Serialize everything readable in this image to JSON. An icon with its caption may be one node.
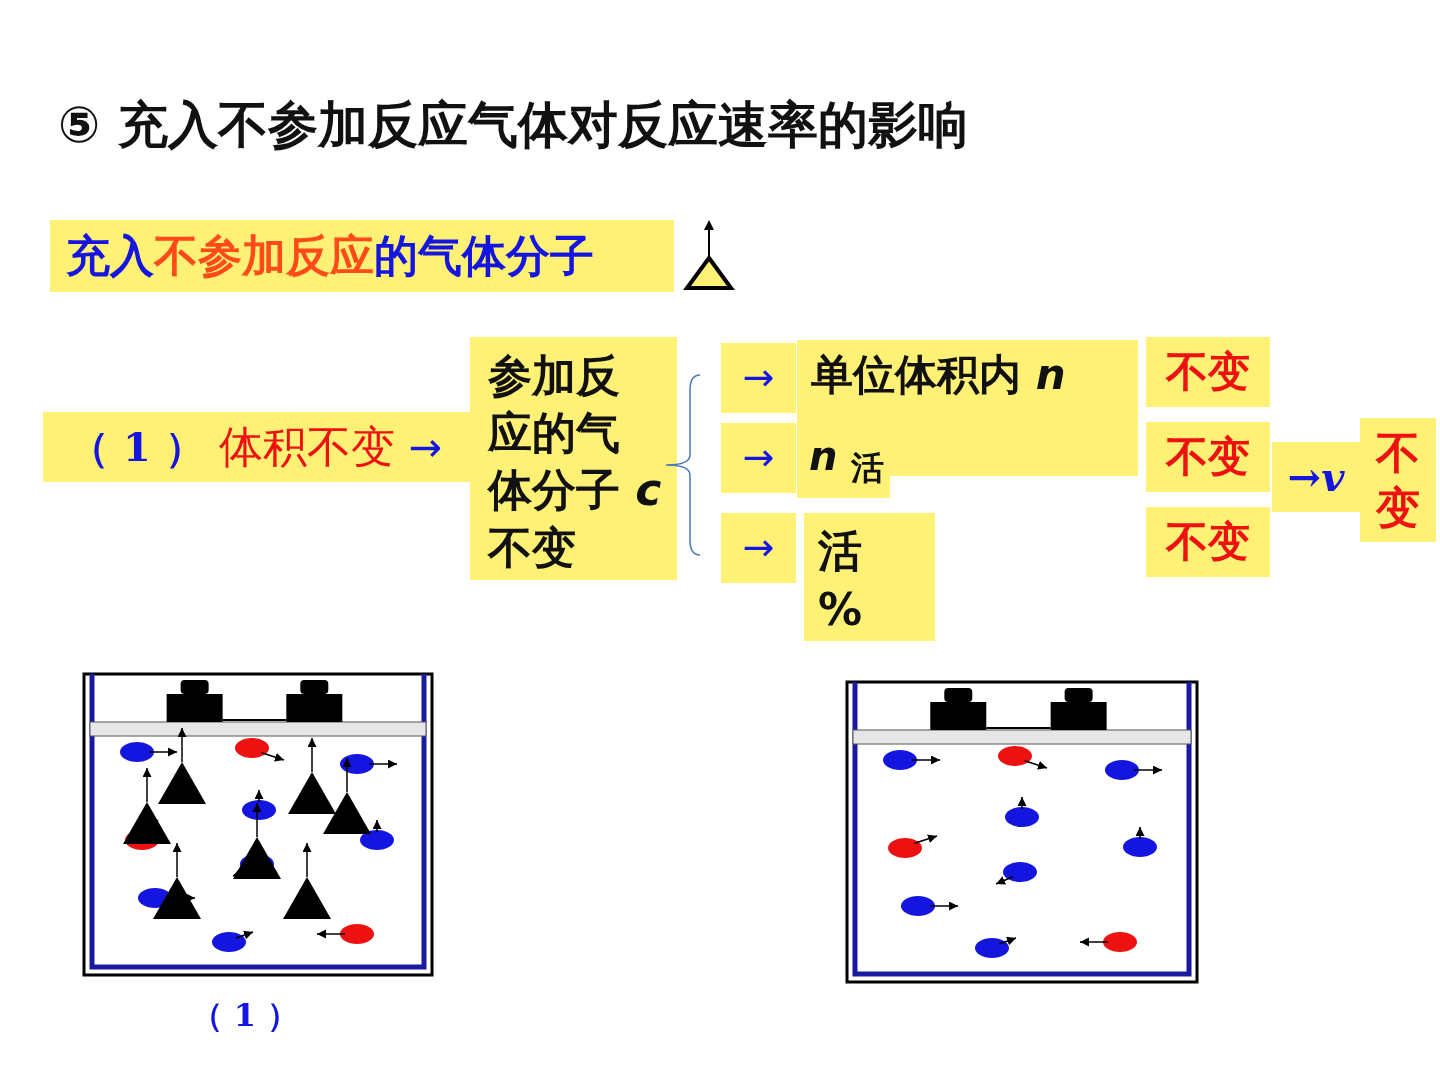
{
  "diagram": {
    "title": "⑤ 充入不参加反应气体对反应速率的影响",
    "labels": [
      "充入",
      "不参加反应",
      "的气体分子",
      "（ 1 ）",
      "体积不变",
      "→",
      "参加反应的气体分子 *c* 不变",
      "→",
      "单位体积内 *n*",
      "不变",
      "→",
      "*n* $_{活}$",
      "不变",
      "→*v*",
      "不变",
      "→",
      "活 %",
      "不变",
      "（ 1 ）"
    ]
  }
}
